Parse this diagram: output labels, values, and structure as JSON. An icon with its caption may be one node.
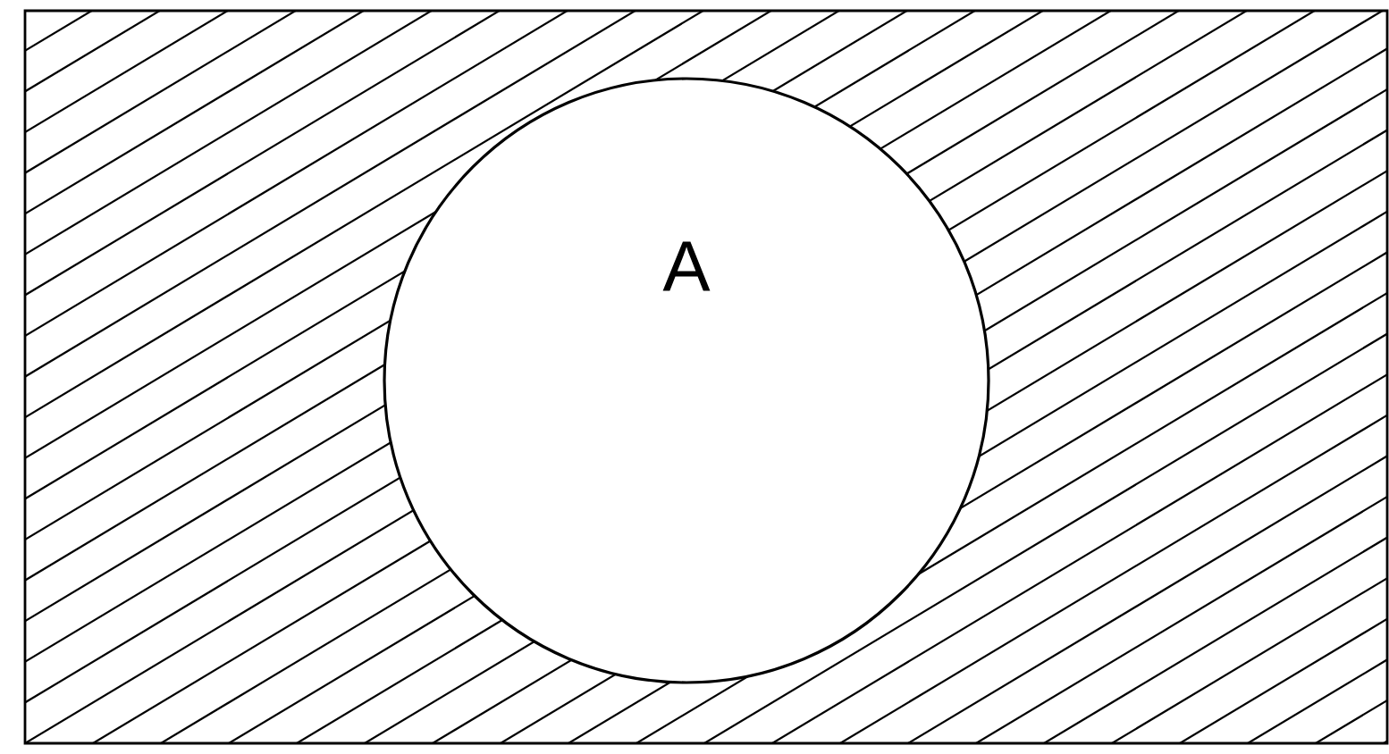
{
  "diagram": {
    "nodes": [
      {
        "text": [],
        "shape": "box"
      },
      {
        "text": [
          "A"
        ],
        "in": 0
      }
    ]
  }
}
